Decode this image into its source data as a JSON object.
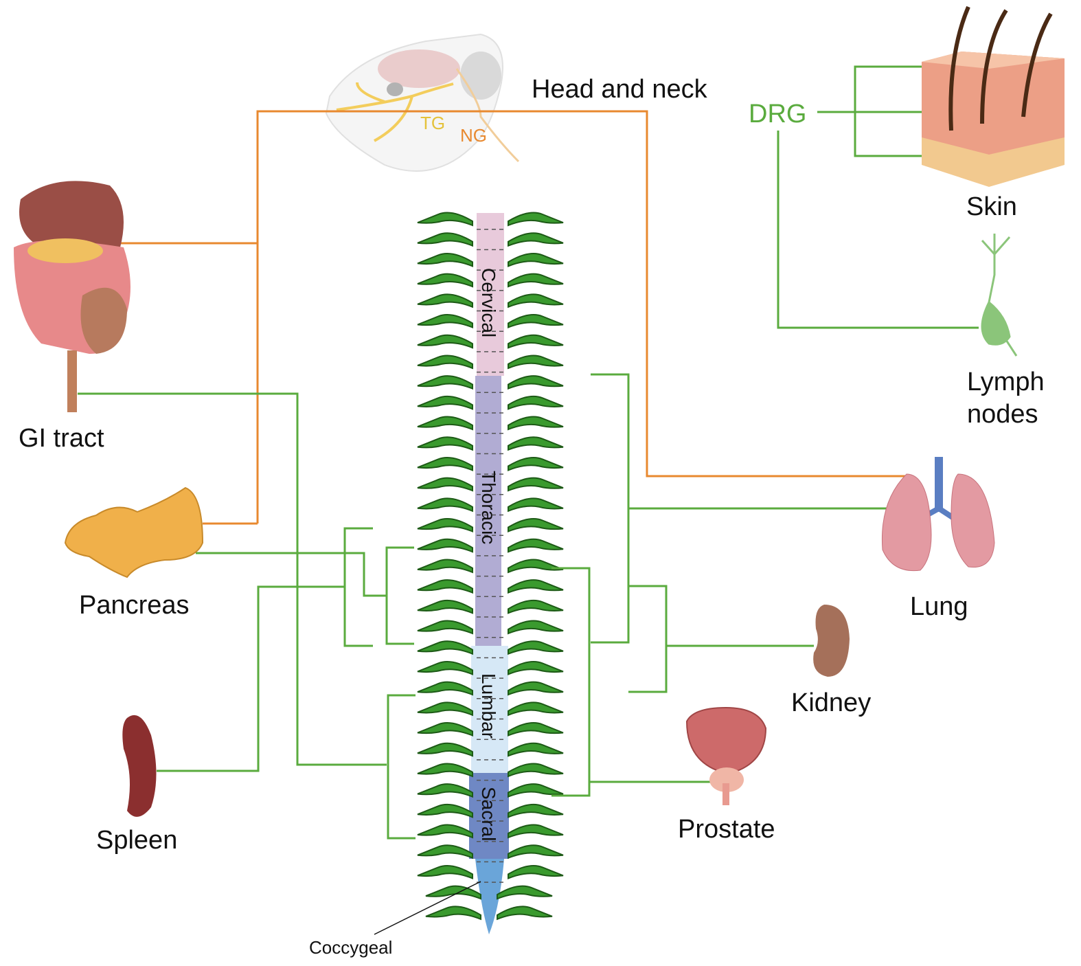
{
  "labels": {
    "head_neck": "Head and neck",
    "tg": "TG",
    "ng": "NG",
    "drg": "DRG",
    "skin": "Skin",
    "lymph1": "Lymph",
    "lymph2": "nodes",
    "gi": "GI tract",
    "pancreas": "Pancreas",
    "spleen": "Spleen",
    "lung": "Lung",
    "kidney": "Kidney",
    "prostate": "Prostate",
    "coccygeal": "Coccygeal"
  },
  "spine_segments": [
    "Cervical",
    "Thoracic",
    "Lumbar",
    "Sacral"
  ],
  "colors": {
    "vagal": "#e8892f",
    "spinal": "#5aab3e",
    "cervical": "#e8cadb",
    "thoracic": "#b1acd3",
    "lumbar": "#d6e8f6",
    "sacral": "#6f88c4",
    "coccygeal": "#6aa5d9",
    "ganglion": "#3a9a2e"
  }
}
